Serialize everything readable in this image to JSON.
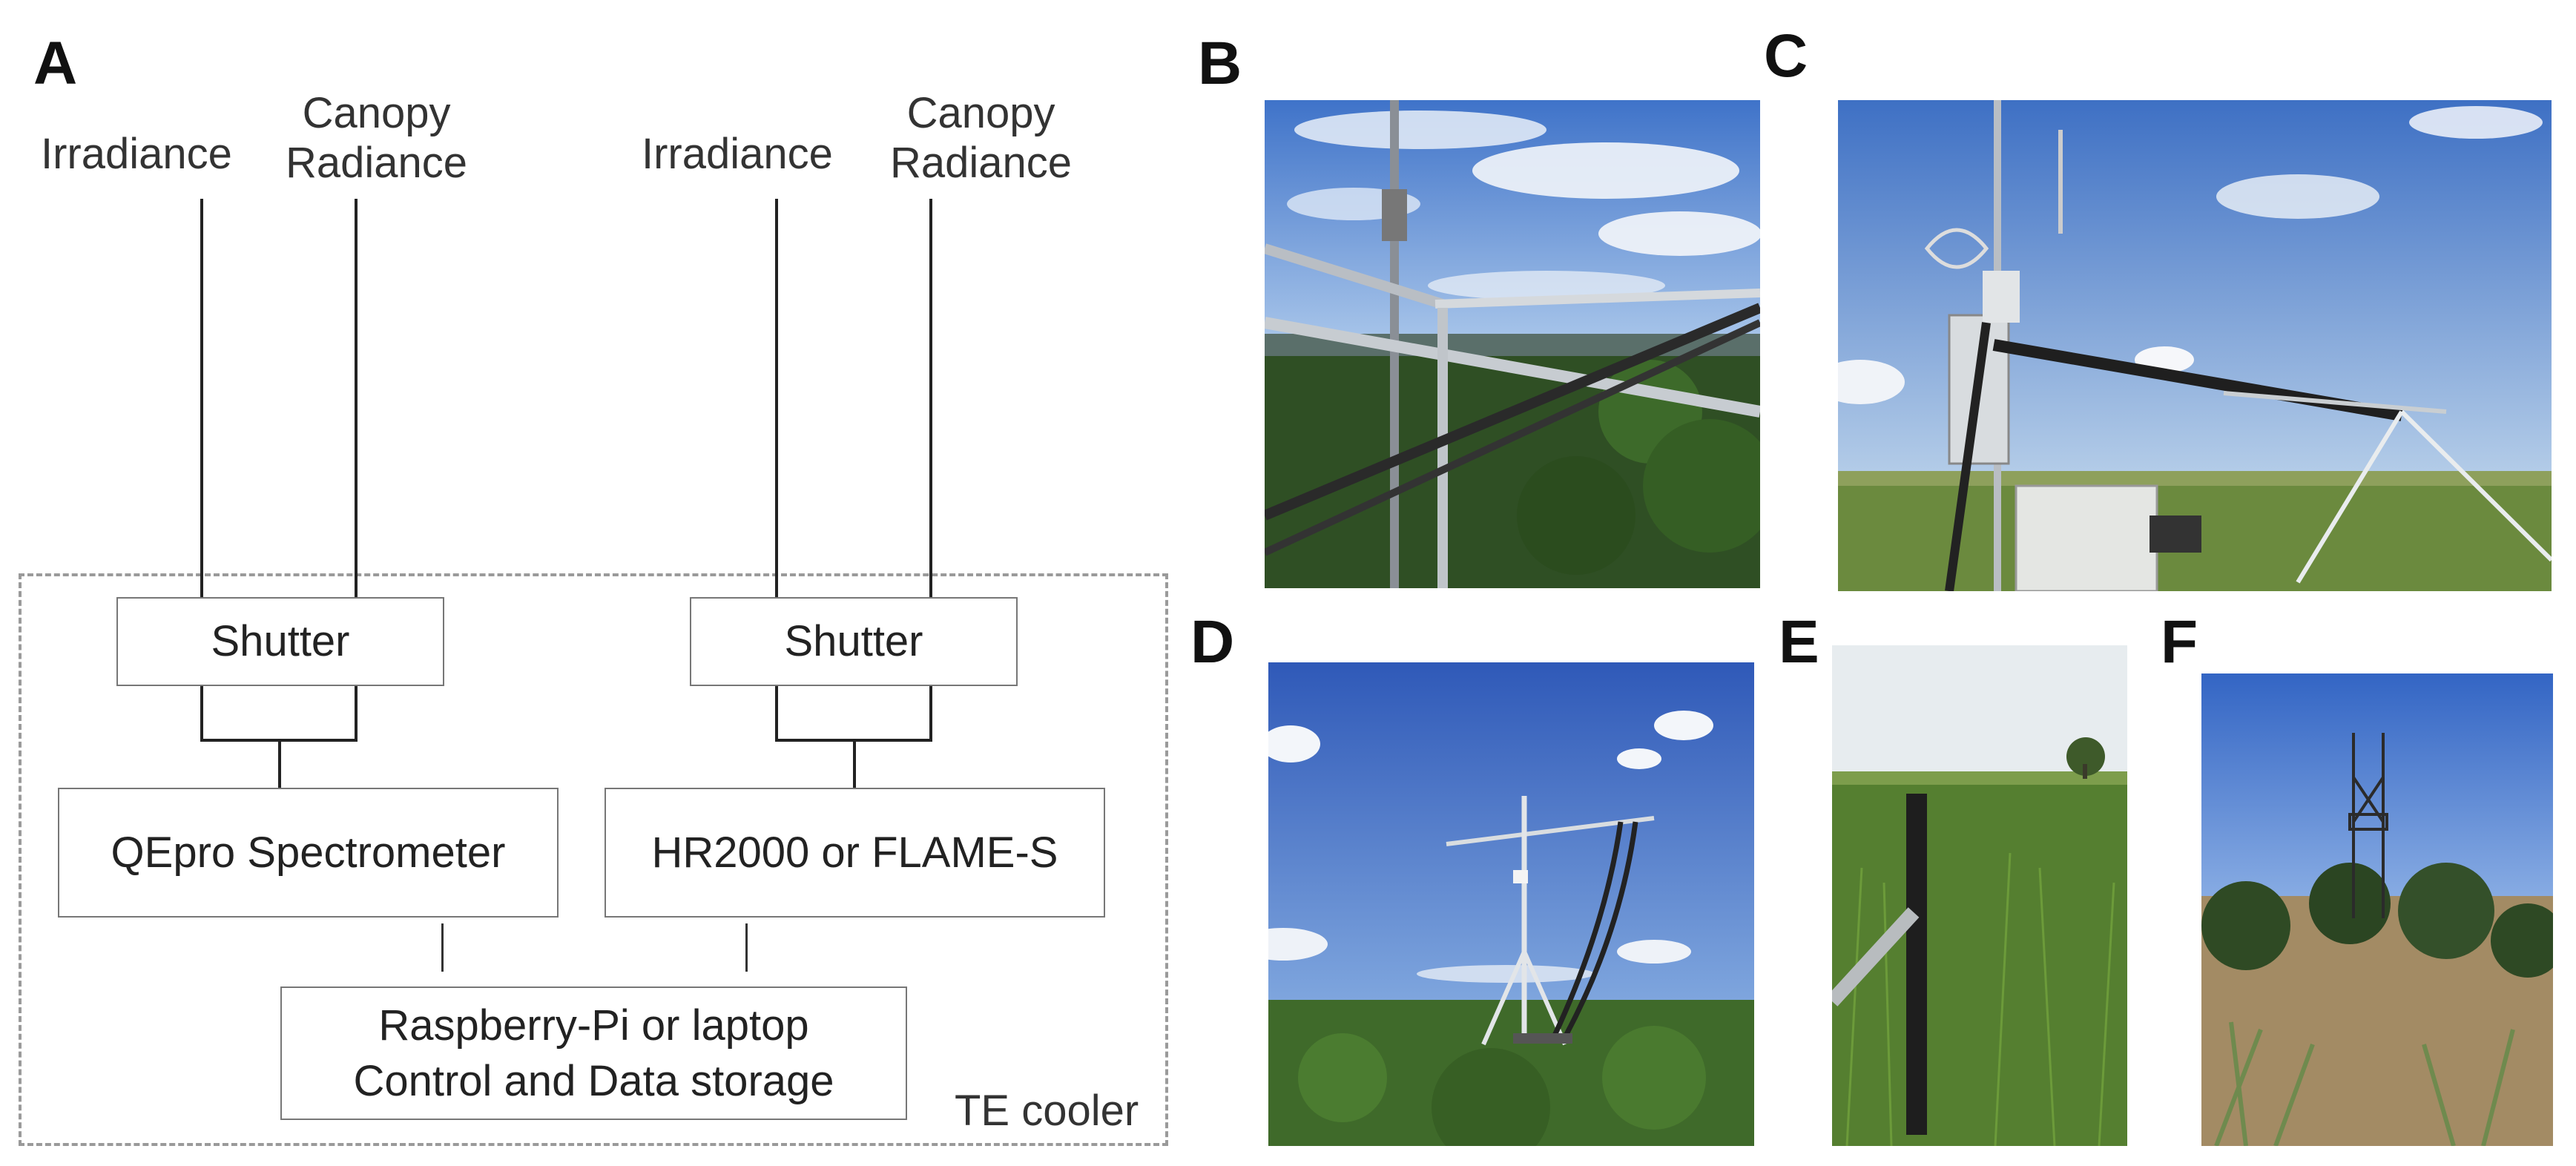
{
  "panels": {
    "a": "A",
    "b": "B",
    "c": "C",
    "d": "D",
    "e": "E",
    "f": "F"
  },
  "diagram": {
    "left_inputs": {
      "irradiance": "Irradiance",
      "canopy": "Canopy\nRadiance"
    },
    "right_inputs": {
      "irradiance": "Irradiance",
      "canopy": "Canopy\nRadiance"
    },
    "left_shutter": "Shutter",
    "right_shutter": "Shutter",
    "left_spectrometer": "QEpro Spectrometer",
    "right_spectrometer": "HR2000 or FLAME-S",
    "controller_line1": "Raspberry-Pi or laptop",
    "controller_line2": "Control and Data storage",
    "enclosure_label": "TE cooler"
  },
  "colors": {
    "sky": "#4a7fd0",
    "grass": "#4f7a2c",
    "forest": "#2f4f24",
    "dashed_border": "#9a9a9a"
  }
}
